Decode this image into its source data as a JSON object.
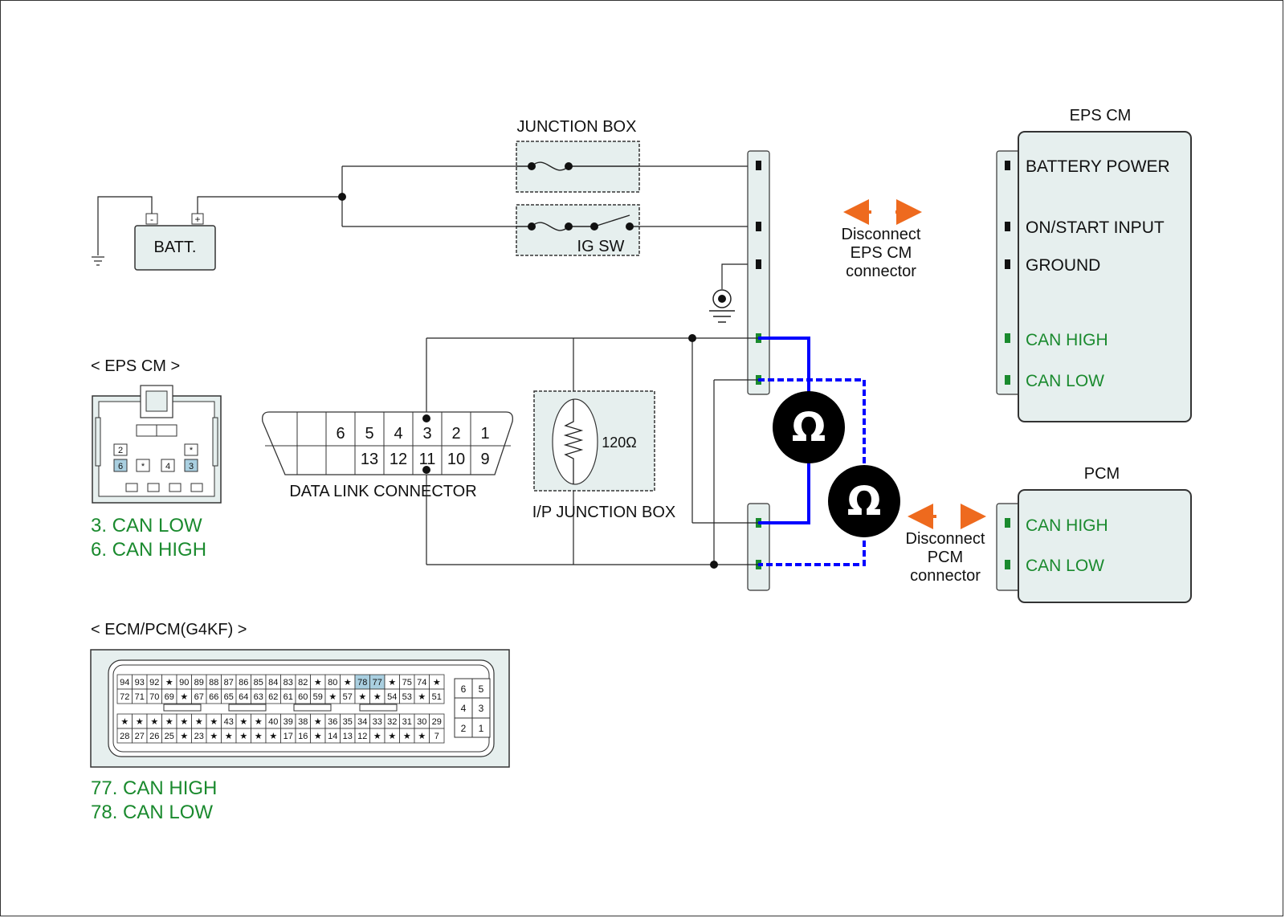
{
  "colors": {
    "can_high_wire": "#0000ff",
    "can_low_wire": "#0000ff",
    "highlight_pin": "#a9cfe0",
    "connector_fill": "#e6efee",
    "green_text": "#1a8a2e",
    "arrow": "#ee6a1e",
    "meter": "#000000"
  },
  "batt": {
    "label": "BATT.",
    "neg": "-",
    "pos": "+"
  },
  "junction_box": {
    "label": "JUNCTION BOX",
    "ig_sw": "IG SW"
  },
  "eps_cm": {
    "title": "EPS CM",
    "pins": [
      "BATTERY POWER",
      "ON/START INPUT",
      "GROUND",
      "CAN HIGH",
      "CAN LOW"
    ]
  },
  "pcm": {
    "title": "PCM",
    "pins": [
      "CAN HIGH",
      "CAN LOW"
    ]
  },
  "disconnect_eps": [
    "Disconnect",
    "EPS CM",
    "connector"
  ],
  "disconnect_pcm": [
    "Disconnect",
    "PCM",
    "connector"
  ],
  "meter_icon": "ohm-meter-icon",
  "meter_symbol": "Ω",
  "dlc": {
    "label": "DATA LINK CONNECTOR",
    "top_pins": [
      "6",
      "5",
      "4",
      "3",
      "2",
      "1"
    ],
    "bottom_pins": [
      "13",
      "12",
      "11",
      "10",
      "9"
    ]
  },
  "ip_junction_box": {
    "label": "I/P JUNCTION BOX",
    "resistor": "120Ω"
  },
  "eps_connector": {
    "title": "< EPS CM >",
    "pins": [
      "2",
      "*",
      "6",
      "*",
      "4",
      "3"
    ],
    "notes": [
      "3. CAN LOW",
      "6. CAN HIGH"
    ]
  },
  "ecm": {
    "title": "< ECM/PCM(G4KF) >",
    "row1": [
      "94",
      "93",
      "92",
      "★",
      "90",
      "89",
      "88",
      "87",
      "86",
      "85",
      "84",
      "83",
      "82",
      "★",
      "80",
      "★",
      "78",
      "77",
      "★",
      "75",
      "74",
      "★"
    ],
    "row2": [
      "72",
      "71",
      "70",
      "69",
      "★",
      "67",
      "66",
      "65",
      "64",
      "63",
      "62",
      "61",
      "60",
      "59",
      "★",
      "57",
      "★",
      "★",
      "54",
      "53",
      "★",
      "51"
    ],
    "row3": [
      "★",
      "★",
      "★",
      "★",
      "★",
      "★",
      "★",
      "43",
      "★",
      "★",
      "40",
      "39",
      "38",
      "★",
      "36",
      "35",
      "34",
      "33",
      "32",
      "31",
      "30",
      "29"
    ],
    "row4": [
      "28",
      "27",
      "26",
      "25",
      "★",
      "23",
      "★",
      "★",
      "★",
      "★",
      "★",
      "17",
      "16",
      "★",
      "14",
      "13",
      "12",
      "★",
      "★",
      "★",
      "★",
      "7"
    ],
    "side": [
      "6",
      "5",
      "4",
      "3",
      "2",
      "1"
    ],
    "notes": [
      "77. CAN HIGH",
      "78. CAN LOW"
    ]
  }
}
